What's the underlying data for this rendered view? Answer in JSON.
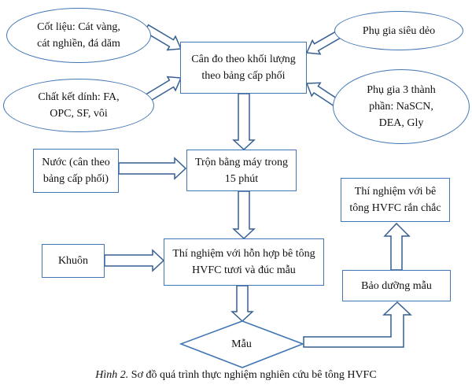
{
  "diagram": {
    "nodes": {
      "aggregate": "Cốt liệu: Cát vàng,\ncát nghiền, đá dăm",
      "binder": "Chất kết dính: FA,\nOPC, SF, vôi",
      "superplasticizer": "Phụ gia siêu dẻo",
      "ternary_admixture": "Phụ gia 3 thành\nphần: NaSCN,\nDEA, Gly",
      "weigh": "Cân đo theo khối lượng\ntheo bảng cấp phối",
      "water": "Nước (cân theo\nbảng cấp phối)",
      "mix": "Trộn bằng máy trong\n15 phút",
      "mold": "Khuôn",
      "fresh_test": "Thí nghiệm với hỗn hợp bê tông\nHVFC  tươi và đúc mẫu",
      "hardened_test": "Thí nghiệm với bê\ntông HVFC rắn chắc",
      "curing": "Bảo dưỡng mẫu",
      "sample": "Mẫu"
    },
    "caption": {
      "label": "Hình 2.",
      "text": " Sơ đồ quá trình thực nghiệm nghiên cứu bê tông HVFC"
    },
    "colors": {
      "shape_border": "#4176b4",
      "arrow_border": "#365f91",
      "text": "#111111",
      "background": "#ffffff"
    }
  }
}
